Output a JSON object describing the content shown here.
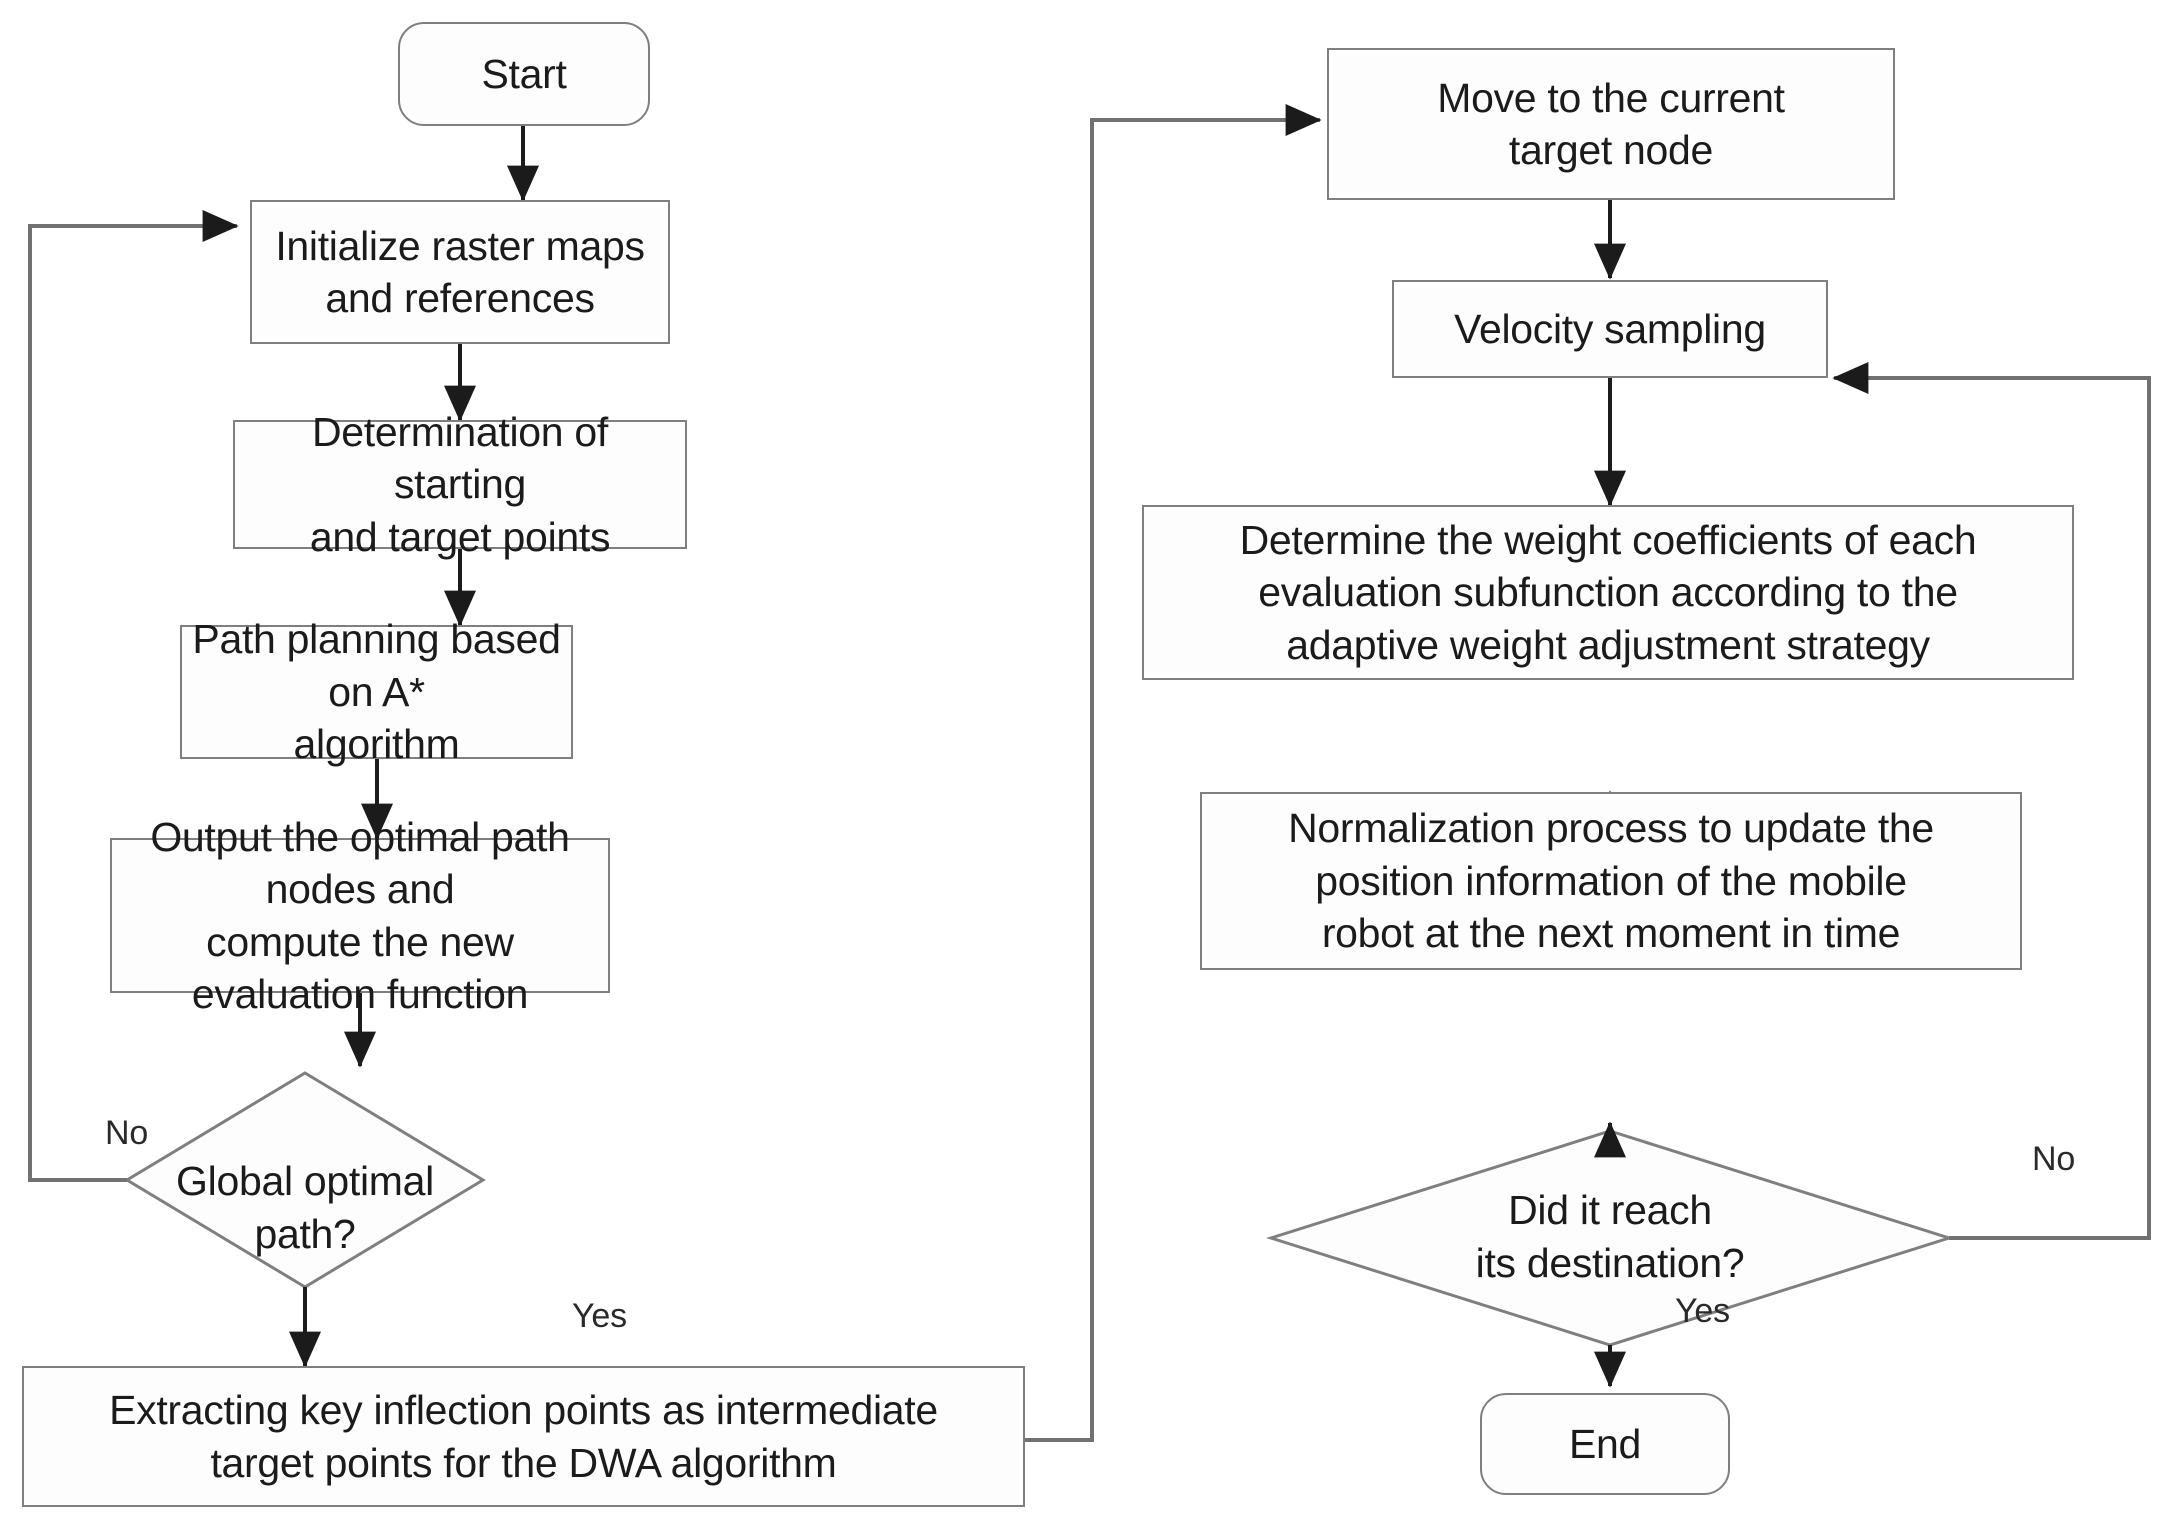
{
  "diagram": {
    "title": "Flowchart of the fused A* and adaptive DWA path planning algorithm",
    "stroke_color": "#7d7f81",
    "text_color": "#1b1b1b",
    "background_color": "#ffffff",
    "nodes": {
      "start": {
        "label": "Start",
        "shape": "terminal"
      },
      "init_maps": {
        "label": "Initialize raster maps\nand references",
        "shape": "process"
      },
      "determine_points": {
        "label": "Determination of starting\nand target points",
        "shape": "process"
      },
      "path_planning": {
        "label": "Path planning based on A*\nalgorithm",
        "shape": "process"
      },
      "output_nodes": {
        "label": "Output the optimal path nodes and\ncompute the new evaluation function",
        "shape": "process"
      },
      "global_optimal": {
        "label": "Global optimal path?",
        "shape": "decision"
      },
      "extract_inflection": {
        "label": "Extracting key inflection points as intermediate\ntarget points for the DWA algorithm",
        "shape": "process"
      },
      "move_target": {
        "label": "Move to the current\ntarget node",
        "shape": "process"
      },
      "velocity_sampling": {
        "label": "Velocity sampling",
        "shape": "process"
      },
      "determine_weights": {
        "label": "Determine the weight coefficients of each\nevaluation subfunction according to the\nadaptive weight adjustment strategy",
        "shape": "process"
      },
      "normalization": {
        "label": "Normalization process to update the\nposition information of the mobile\nrobot at the next moment in time",
        "shape": "process"
      },
      "reach_destination": {
        "label": "Did it reach\nits destination?",
        "shape": "decision"
      },
      "end": {
        "label": "End",
        "shape": "terminal"
      }
    },
    "edge_labels": {
      "global_optimal_no": "No",
      "global_optimal_yes": "Yes",
      "reach_destination_no": "No",
      "reach_destination_yes": "Yes"
    },
    "flow": [
      {
        "from": "start",
        "to": "init_maps",
        "label": ""
      },
      {
        "from": "init_maps",
        "to": "determine_points",
        "label": ""
      },
      {
        "from": "determine_points",
        "to": "path_planning",
        "label": ""
      },
      {
        "from": "path_planning",
        "to": "output_nodes",
        "label": ""
      },
      {
        "from": "output_nodes",
        "to": "global_optimal",
        "label": ""
      },
      {
        "from": "global_optimal",
        "to": "init_maps",
        "label": "No"
      },
      {
        "from": "global_optimal",
        "to": "extract_inflection",
        "label": "Yes"
      },
      {
        "from": "extract_inflection",
        "to": "move_target",
        "label": ""
      },
      {
        "from": "move_target",
        "to": "velocity_sampling",
        "label": ""
      },
      {
        "from": "velocity_sampling",
        "to": "determine_weights",
        "label": ""
      },
      {
        "from": "determine_weights",
        "to": "normalization",
        "label": ""
      },
      {
        "from": "normalization",
        "to": "reach_destination",
        "label": ""
      },
      {
        "from": "reach_destination",
        "to": "velocity_sampling",
        "label": "No"
      },
      {
        "from": "reach_destination",
        "to": "end",
        "label": "Yes"
      }
    ]
  }
}
